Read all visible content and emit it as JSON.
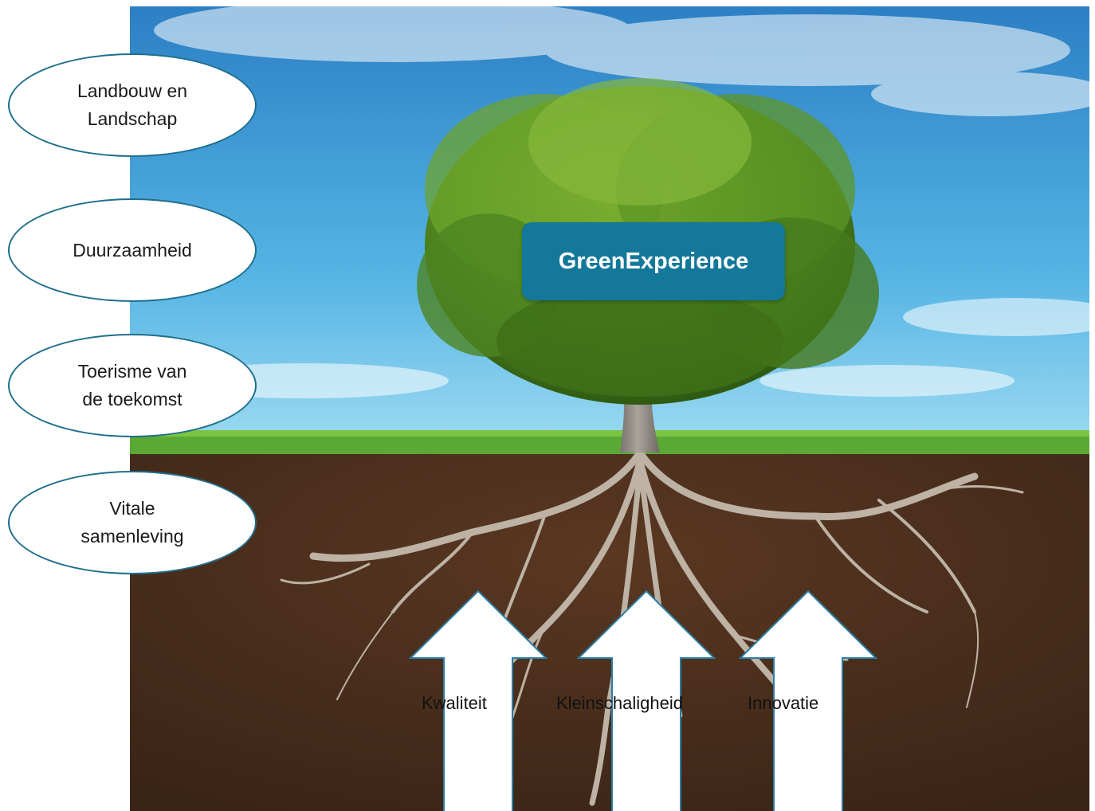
{
  "pillars": [
    {
      "id": "landbouw",
      "label": "Landbouw en\nLandschap"
    },
    {
      "id": "duurzaamheid",
      "label": "Duurzaamheid"
    },
    {
      "id": "toerisme",
      "label": "Toerisme van\nde toekomst"
    },
    {
      "id": "samenleving",
      "label": "Vitale\nsamenleving"
    }
  ],
  "title": "GreenExperience",
  "roots": [
    {
      "id": "kwaliteit",
      "label": "Kwaliteit"
    },
    {
      "id": "kleinschaligheid",
      "label": "Kleinschaligheid"
    },
    {
      "id": "innovatie",
      "label": "Innovatie"
    }
  ],
  "colors": {
    "sky_top": "#2f87c9",
    "sky_bottom": "#8fd3ee",
    "grass": "#58a832",
    "soil": "#4a2d1c",
    "foliage": "#4f8a1e",
    "trunk": "#8a857e",
    "box": "#13789a",
    "outline": "#1f6e8c"
  }
}
